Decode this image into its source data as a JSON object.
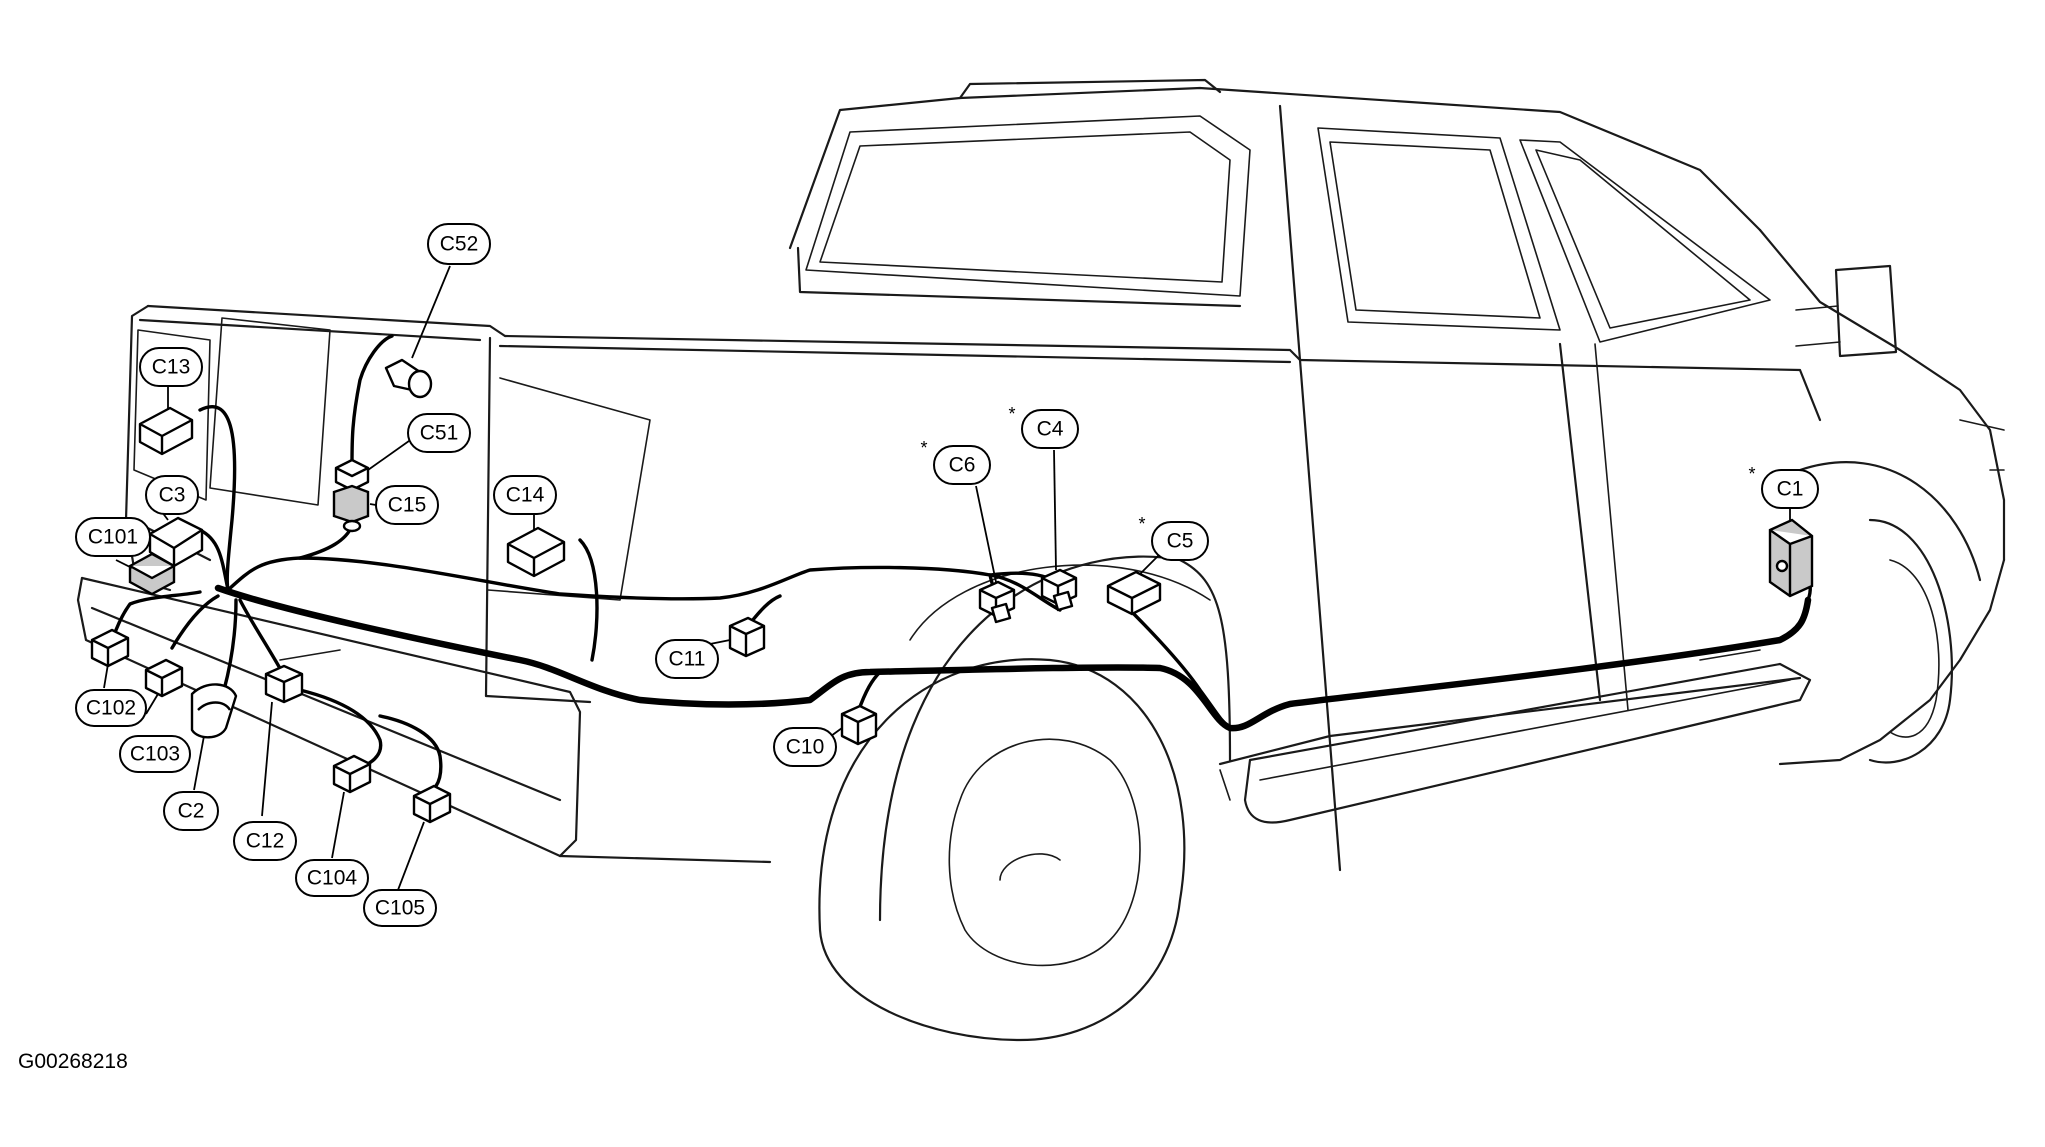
{
  "figure_id": "G00268218",
  "connector_labels": {
    "C1": "C1",
    "C2": "C2",
    "C3": "C3",
    "C4": "C4",
    "C5": "C5",
    "C6": "C6",
    "C10": "C10",
    "C11": "C11",
    "C12": "C12",
    "C13": "C13",
    "C14": "C14",
    "C15": "C15",
    "C51": "C51",
    "C52": "C52",
    "C101": "C101",
    "C102": "C102",
    "C103": "C103",
    "C104": "C104",
    "C105": "C105"
  },
  "starred_connectors": [
    "C1",
    "C4",
    "C5",
    "C6"
  ],
  "star_symbol": "*",
  "colors": {
    "ink": "#000000",
    "background": "#ffffff"
  }
}
